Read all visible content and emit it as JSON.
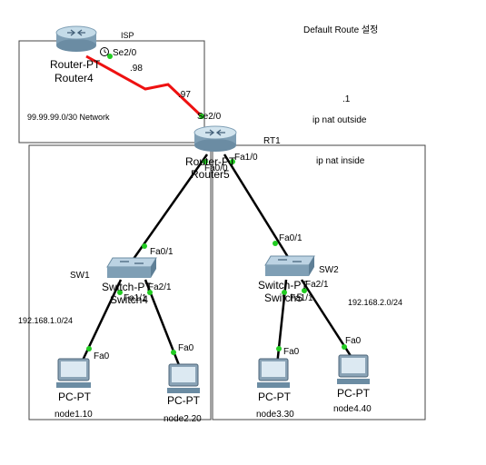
{
  "title": "Default Route 설정",
  "isp": {
    "area_label": "ISP",
    "router_type": "Router-PT",
    "router_name": "Router4",
    "network": "99.99.99.0/30  Network",
    "port": "Se2/0",
    "ip_suffix": ".98"
  },
  "rt1": {
    "label": "RT1",
    "router_type": "Router-PT",
    "router_name": "Router5",
    "wan_port": "Se2/0",
    "wan_ip_suffix": ".97",
    "nat_ip_suffix": ".1",
    "nat_outside": "ip nat outside",
    "nat_inside": "ip nat inside",
    "port_left": "Fa0/0",
    "port_right": "Fa1/0"
  },
  "sw1": {
    "label": "SW1",
    "type": "Switch-PT",
    "name": "Switch4",
    "uplink_port": "Fa0/1",
    "port_a": "Fa1/1",
    "port_b": "Fa2/1",
    "network": "192.168.1.0/24"
  },
  "sw2": {
    "label": "SW2",
    "type": "Switch-PT",
    "name": "Switch5",
    "uplink_port": "Fa0/1",
    "port_a": "Fa1/1",
    "port_b": "Fa2/1",
    "network": "192.168.2.0/24"
  },
  "pcs": [
    {
      "type": "PC-PT",
      "name": "node1.10",
      "port": "Fa0"
    },
    {
      "type": "PC-PT",
      "name": "node2.20",
      "port": "Fa0"
    },
    {
      "type": "PC-PT",
      "name": "node3.30",
      "port": "Fa0"
    },
    {
      "type": "PC-PT",
      "name": "node4.40",
      "port": "Fa0"
    }
  ],
  "colors": {
    "serial_link": "#ee1111",
    "ethernet_link": "#000000",
    "port_light": "#22cc22",
    "router_body": "#a9c4d6",
    "switch_body": "#9fb8cc"
  }
}
